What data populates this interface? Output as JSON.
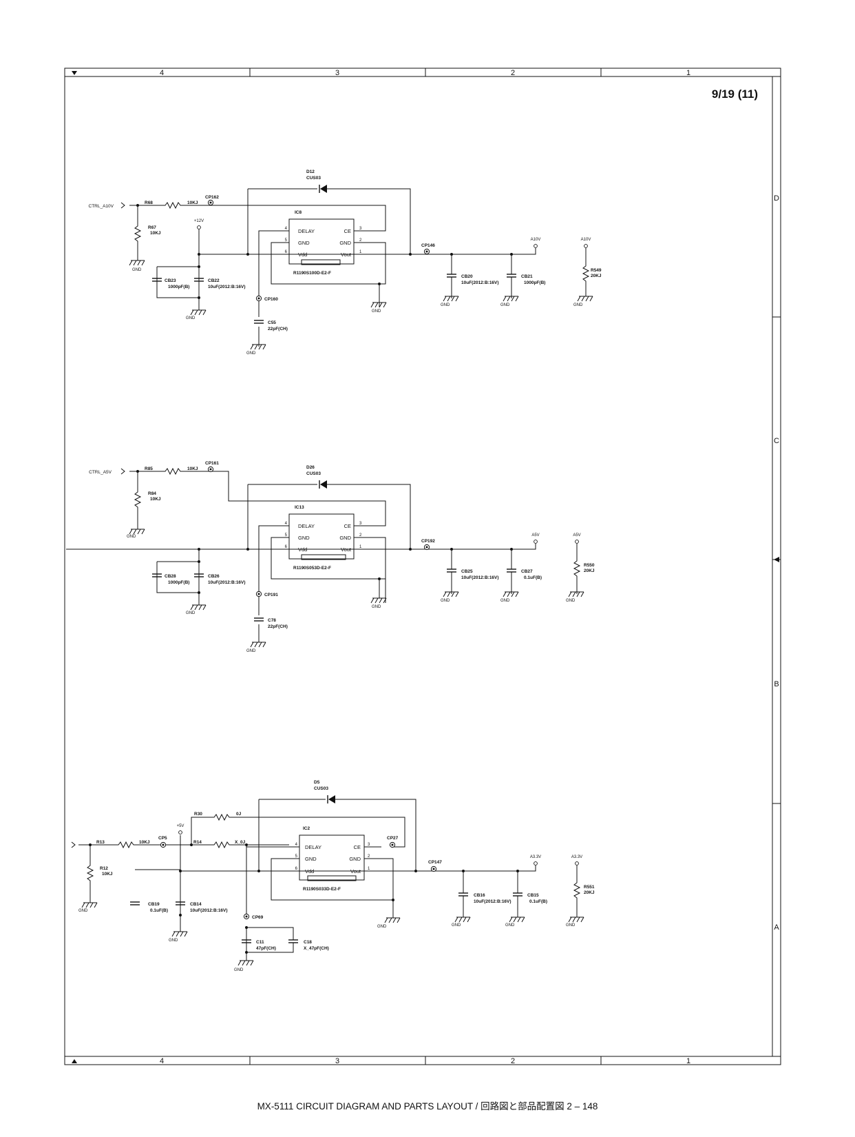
{
  "sheet": {
    "title": "9/19 (11)",
    "footer": "MX-5111  CIRCUIT DIAGRAM AND PARTS LAYOUT / 回路図と部品配置図  2 –  148",
    "columns": [
      "4",
      "3",
      "2",
      "1"
    ],
    "rows": [
      "D",
      "C",
      "B",
      "A"
    ]
  },
  "common": {
    "gnd": "GND"
  },
  "circuits": [
    {
      "input_net": "CTRL_A10V",
      "rs": "R68",
      "rs_val": "10KJ",
      "cp_in": "CP162",
      "rp": "R67",
      "rp_val": "10KJ",
      "vin": "+12V",
      "diode": "D12",
      "diode_part": "CUS03",
      "ic": "IC8",
      "ic_part": "R1190S100D-E2-F",
      "pins": {
        "delay": "DELAY",
        "gnd": "GND",
        "vdd": "Vdd",
        "ce": "CE",
        "gnd_r": "GND",
        "vout": "Vout"
      },
      "pin_nums": [
        "4",
        "5",
        "6",
        "3",
        "2",
        "1"
      ],
      "cb_a": "CB23",
      "cb_a_val": "1000pF(B)",
      "cb_b": "CB22",
      "cb_b_val": "10uF(2012:B:16V)",
      "cp_delay": "CP160",
      "c_delay": "C55",
      "c_delay_val": "22pF(CH)",
      "cp_out": "CP146",
      "co_a": "CB20",
      "co_a_val": "10uF(2012:B:16V)",
      "co_b": "CB21",
      "co_b_val": "1000pF(B)",
      "out_net": "A10V",
      "rl": "R549",
      "rl_val": "20KJ"
    },
    {
      "input_net": "CTRL_A5V",
      "rs": "R85",
      "rs_val": "10KJ",
      "cp_in": "CP161",
      "rp": "R84",
      "rp_val": "10KJ",
      "diode": "D26",
      "diode_part": "CUS03",
      "ic": "IC13",
      "ic_part": "R1190S053D-E2-F",
      "pins": {
        "delay": "DELAY",
        "gnd": "GND",
        "vdd": "Vdd",
        "ce": "CE",
        "gnd_r": "GND",
        "vout": "Vout"
      },
      "pin_nums": [
        "4",
        "5",
        "6",
        "3",
        "2",
        "1"
      ],
      "cb_a": "CB28",
      "cb_a_val": "1000pF(B)",
      "cb_b": "CB26",
      "cb_b_val": "10uF(2012:B:16V)",
      "cp_delay": "CP191",
      "c_delay": "C78",
      "c_delay_val": "22pF(CH)",
      "cp_out": "CP192",
      "co_a": "CB25",
      "co_a_val": "10uF(2012:B:16V)",
      "co_b": "CB27",
      "co_b_val": "0.1uF(B)",
      "out_net": "A5V",
      "rl": "R550",
      "rl_val": "20KJ"
    },
    {
      "rs": "R13",
      "rs_val": "10KJ",
      "cp_in": "CP5",
      "rp": "R12",
      "rp_val": "10KJ",
      "vin": "+5V",
      "r_ce": "R30",
      "r_ce_val": "0J",
      "r_delay": "R14",
      "r_delay_val": "X_0J",
      "cp_ce": "CP27",
      "diode": "D5",
      "diode_part": "CUS03",
      "ic": "IC2",
      "ic_part": "R1190S033D-E2-F",
      "pins": {
        "delay": "DELAY",
        "gnd": "GND",
        "vdd": "Vdd",
        "ce": "CE",
        "gnd_r": "GND",
        "vout": "Vout"
      },
      "pin_nums": [
        "4",
        "5",
        "6",
        "3",
        "2",
        "1"
      ],
      "cb_a": "CB19",
      "cb_a_val": "0.1uF(B)",
      "cb_b": "CB14",
      "cb_b_val": "10uF(2012:B:16V)",
      "cp_delay": "CP69",
      "c_delay": "C11",
      "c_delay_val": "47pF(CH)",
      "c_delay2": "C18",
      "c_delay2_val": "X_47pF(CH)",
      "cp_out": "CP147",
      "co_a": "CB16",
      "co_a_val": "10uF(2012:B:16V)",
      "co_b": "CB15",
      "co_b_val": "0.1uF(B)",
      "out_net": "A3.3V",
      "rl": "R551",
      "rl_val": "20KJ"
    }
  ]
}
